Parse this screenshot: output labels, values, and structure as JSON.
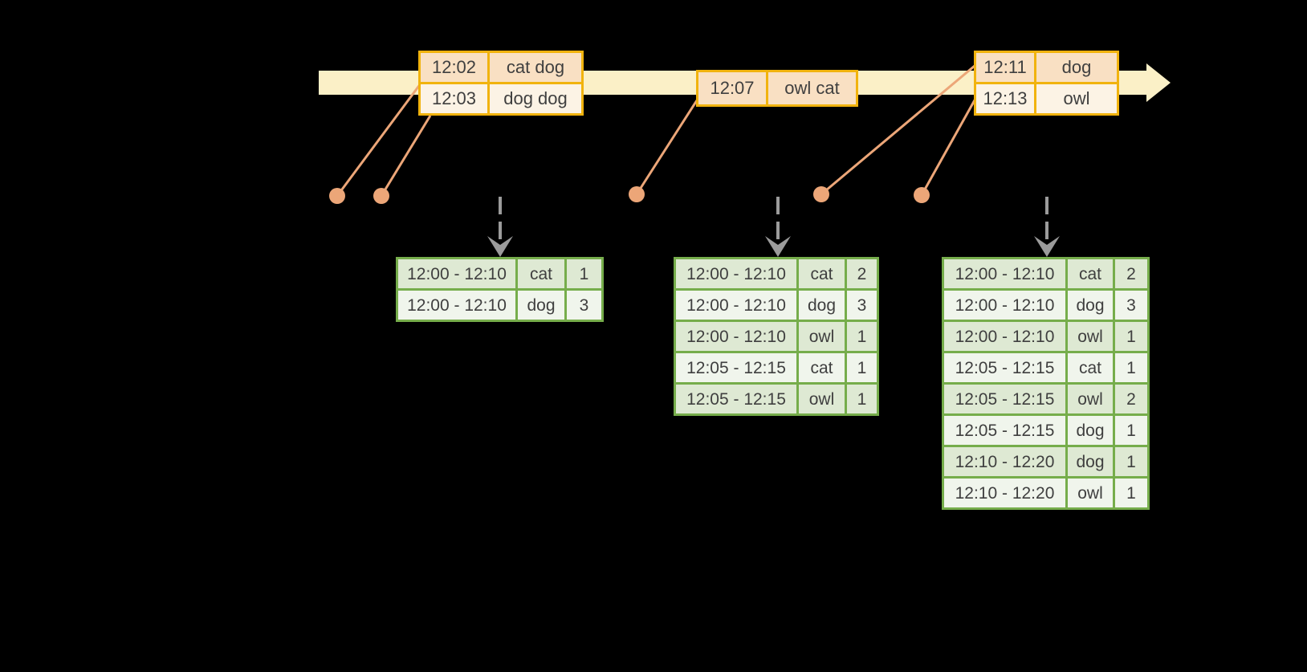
{
  "palette": {
    "bg": "#000000",
    "golden": "#F1B30E",
    "peach": "#F9E0C3",
    "cream": "#FCF3E5",
    "band": "#FBF0C7",
    "orange": "#ECA678",
    "green_border": "#76AD4B",
    "green_dark": "#DEE9D3",
    "green_light": "#F0F5EC",
    "arrow_gray": "#9B9B9B",
    "text": "#3F3F3F"
  },
  "event_tables": [
    {
      "rows": [
        {
          "time": "12:02",
          "words": "cat dog"
        },
        {
          "time": "12:03",
          "words": "dog dog"
        }
      ]
    },
    {
      "rows": [
        {
          "time": "12:07",
          "words": "owl cat"
        }
      ]
    },
    {
      "rows": [
        {
          "time": "12:11",
          "words": "dog"
        },
        {
          "time": "12:13",
          "words": "owl"
        }
      ]
    }
  ],
  "result_tables": [
    {
      "rows": [
        {
          "window": "12:00 - 12:10",
          "word": "cat",
          "count": "1"
        },
        {
          "window": "12:00 - 12:10",
          "word": "dog",
          "count": "3"
        }
      ]
    },
    {
      "rows": [
        {
          "window": "12:00 - 12:10",
          "word": "cat",
          "count": "2"
        },
        {
          "window": "12:00 - 12:10",
          "word": "dog",
          "count": "3"
        },
        {
          "window": "12:00 - 12:10",
          "word": "owl",
          "count": "1"
        },
        {
          "window": "12:05 - 12:15",
          "word": "cat",
          "count": "1"
        },
        {
          "window": "12:05 - 12:15",
          "word": "owl",
          "count": "1"
        }
      ]
    },
    {
      "rows": [
        {
          "window": "12:00 - 12:10",
          "word": "cat",
          "count": "2"
        },
        {
          "window": "12:00 - 12:10",
          "word": "dog",
          "count": "3"
        },
        {
          "window": "12:00 - 12:10",
          "word": "owl",
          "count": "1"
        },
        {
          "window": "12:05 - 12:15",
          "word": "cat",
          "count": "1"
        },
        {
          "window": "12:05 - 12:15",
          "word": "owl",
          "count": "2"
        },
        {
          "window": "12:05 - 12:15",
          "word": "dog",
          "count": "1"
        },
        {
          "window": "12:10 - 12:20",
          "word": "dog",
          "count": "1"
        },
        {
          "window": "12:10 - 12:20",
          "word": "owl",
          "count": "1"
        }
      ]
    }
  ]
}
